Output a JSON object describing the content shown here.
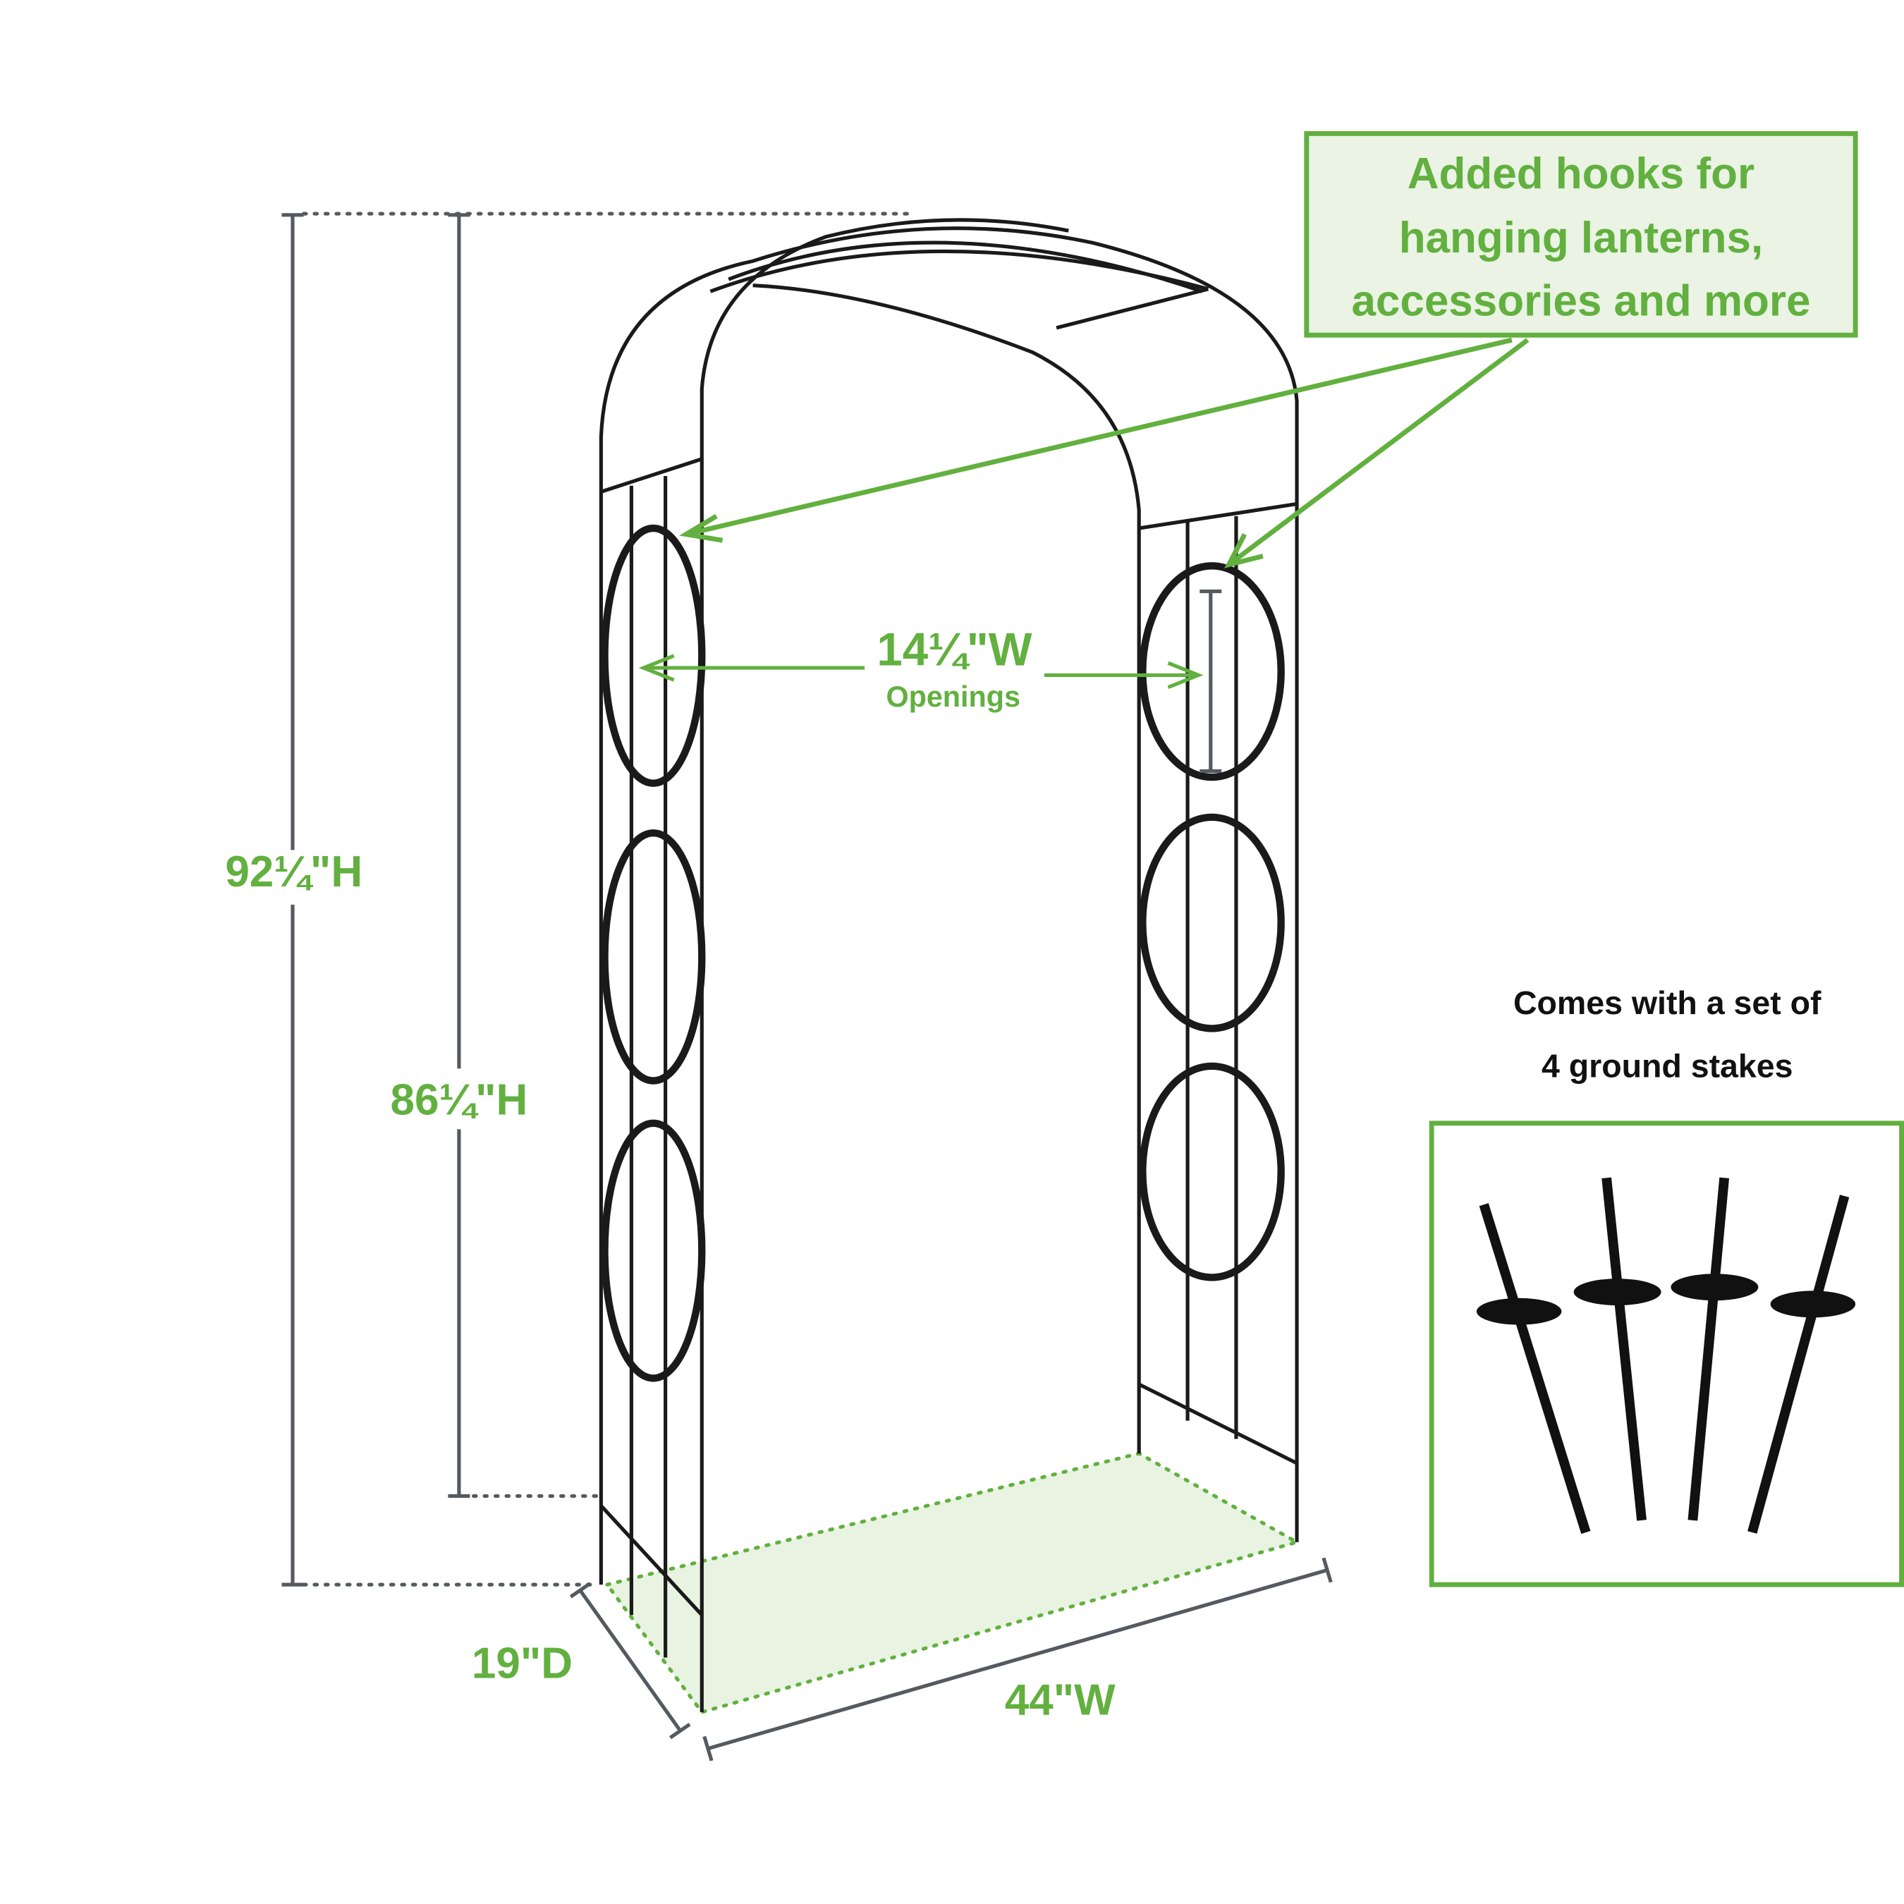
{
  "callout": {
    "lines": [
      "Added hooks for",
      "hanging lanterns,",
      "accessories and more"
    ]
  },
  "dimensions": {
    "total_height": "92¼\"H",
    "inner_height": "86¼\"H",
    "opening_width": "14¼\"W",
    "opening_label": "Openings",
    "depth": "19\"D",
    "width": "44\"W"
  },
  "stakes": {
    "caption_lines": [
      "Comes with a set of",
      "4 ground stakes"
    ],
    "count": 4
  },
  "colors": {
    "accent": "#62b03f",
    "frame": "#1a1a1a",
    "dimension": "#555a60"
  }
}
